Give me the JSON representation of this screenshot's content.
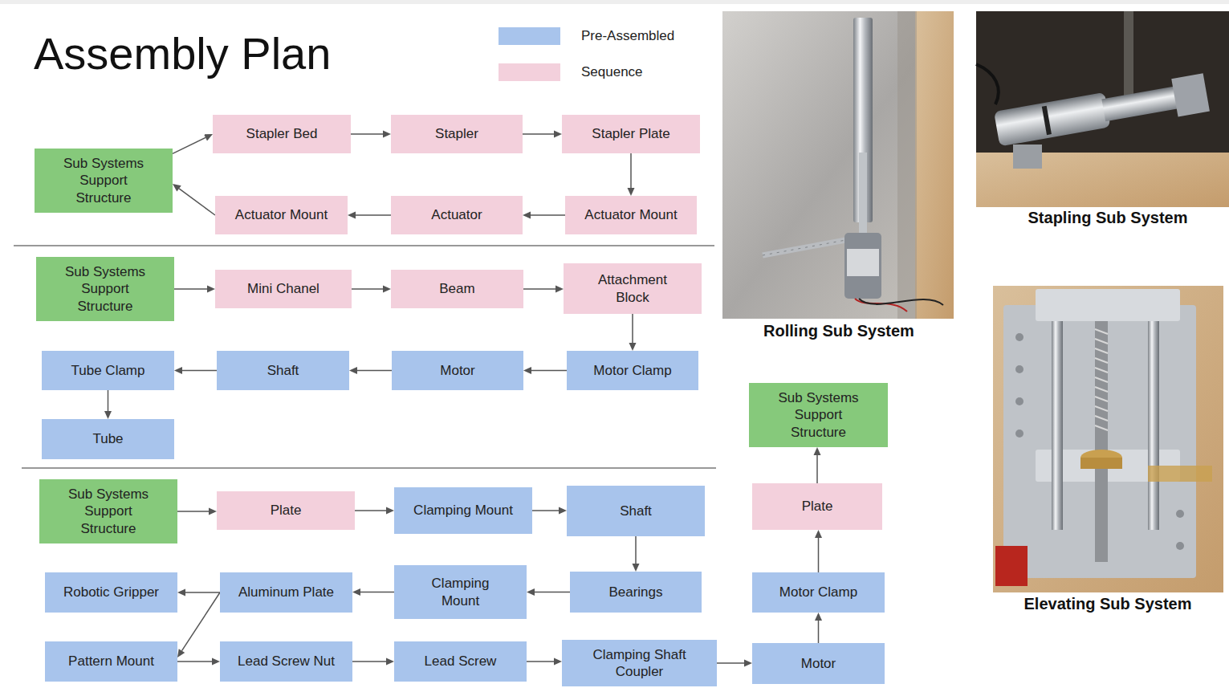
{
  "diagram": {
    "title": "Assembly Plan",
    "nodes": [
      {
        "text": [
          "Sub Systems Support Structure"
        ]
      },
      {
        "text": [
          "Stapler Bed"
        ]
      },
      {
        "text": [
          "Stapler"
        ]
      },
      {
        "text": [
          "Stapler Plate"
        ]
      },
      {
        "text": [
          "Actuator Mount"
        ]
      },
      {
        "text": [
          "Actuator"
        ]
      },
      {
        "text": [
          "Actuator Mount"
        ]
      },
      {
        "text": [
          "Sub Systems Support Structure"
        ]
      },
      {
        "text": [
          "Mini Chanel"
        ]
      },
      {
        "text": [
          "Beam"
        ]
      },
      {
        "text": [
          "Attachment Block"
        ]
      },
      {
        "text": [
          "Motor Clamp"
        ]
      },
      {
        "text": [
          "Motor"
        ]
      },
      {
        "text": [
          "Shaft"
        ]
      },
      {
        "text": [
          "Tube Clamp"
        ]
      },
      {
        "text": [
          "Tube"
        ]
      },
      {
        "text": [
          "Sub Systems Support Structure"
        ]
      },
      {
        "text": [
          "Plate"
        ]
      },
      {
        "text": [
          "Clamping Mount"
        ]
      },
      {
        "text": [
          "Shaft"
        ]
      },
      {
        "text": [
          "Bearings"
        ]
      },
      {
        "text": [
          "Clamping Mount"
        ]
      },
      {
        "text": [
          "Aluminum Plate"
        ]
      },
      {
        "text": [
          "Robotic Gripper"
        ]
      },
      {
        "text": [
          "Pattern Mount"
        ]
      },
      {
        "text": [
          "Lead Screw Nut"
        ]
      },
      {
        "text": [
          "Lead Screw"
        ]
      },
      {
        "text": [
          "Clamping Shaft Coupler"
        ]
      },
      {
        "text": [
          "Motor"
        ]
      },
      {
        "text": [
          "Motor Clamp"
        ]
      },
      {
        "text": [
          "Plate"
        ]
      },
      {
        "text": [
          "Sub Systems Support Structure"
        ]
      }
    ],
    "edges": [
      {
        "from": 0,
        "to": 1,
        "arrow": "to"
      },
      {
        "from": 1,
        "to": 2,
        "arrow": "to"
      },
      {
        "from": 2,
        "to": 3,
        "arrow": "to"
      },
      {
        "from": 3,
        "to": 6,
        "arrow": "to"
      },
      {
        "from": 6,
        "to": 5,
        "arrow": "to"
      },
      {
        "from": 5,
        "to": 4,
        "arrow": "to"
      },
      {
        "from": 4,
        "to": 0,
        "arrow": "to"
      },
      {
        "from": 7,
        "to": 8,
        "arrow": "to"
      },
      {
        "from": 8,
        "to": 9,
        "arrow": "to"
      },
      {
        "from": 9,
        "to": 10,
        "arrow": "to"
      },
      {
        "from": 10,
        "to": 11,
        "arrow": "to"
      },
      {
        "from": 11,
        "to": 12,
        "arrow": "to"
      },
      {
        "from": 12,
        "to": 13,
        "arrow": "to"
      },
      {
        "from": 13,
        "to": 14,
        "arrow": "to"
      },
      {
        "from": 14,
        "to": 15,
        "arrow": "to"
      },
      {
        "from": 16,
        "to": 17,
        "arrow": "to"
      },
      {
        "from": 17,
        "to": 18,
        "arrow": "to"
      },
      {
        "from": 18,
        "to": 19,
        "arrow": "to"
      },
      {
        "from": 19,
        "to": 20,
        "arrow": "to"
      },
      {
        "from": 20,
        "to": 21,
        "arrow": "to"
      },
      {
        "from": 21,
        "to": 22,
        "arrow": "to"
      },
      {
        "from": 22,
        "to": 23,
        "arrow": "to"
      },
      {
        "from": 22,
        "to": 24,
        "arrow": "to"
      },
      {
        "from": 24,
        "to": 25,
        "arrow": "to"
      },
      {
        "from": 25,
        "to": 26,
        "arrow": "to"
      },
      {
        "from": 26,
        "to": 27,
        "arrow": "to"
      },
      {
        "from": 27,
        "to": 28,
        "arrow": "to"
      },
      {
        "from": 28,
        "to": 29,
        "arrow": "to"
      },
      {
        "from": 29,
        "to": 30,
        "arrow": "to"
      },
      {
        "from": 30,
        "to": 31,
        "arrow": "to"
      }
    ],
    "labels": [
      "Rolling Sub System",
      "Stapling Sub System",
      "Elevating Sub System"
    ],
    "legend": [
      {
        "text": "Pre-Assembled",
        "color": "#a8c4ec"
      },
      {
        "text": "Sequence",
        "color": "#f3d0dc"
      }
    ]
  }
}
